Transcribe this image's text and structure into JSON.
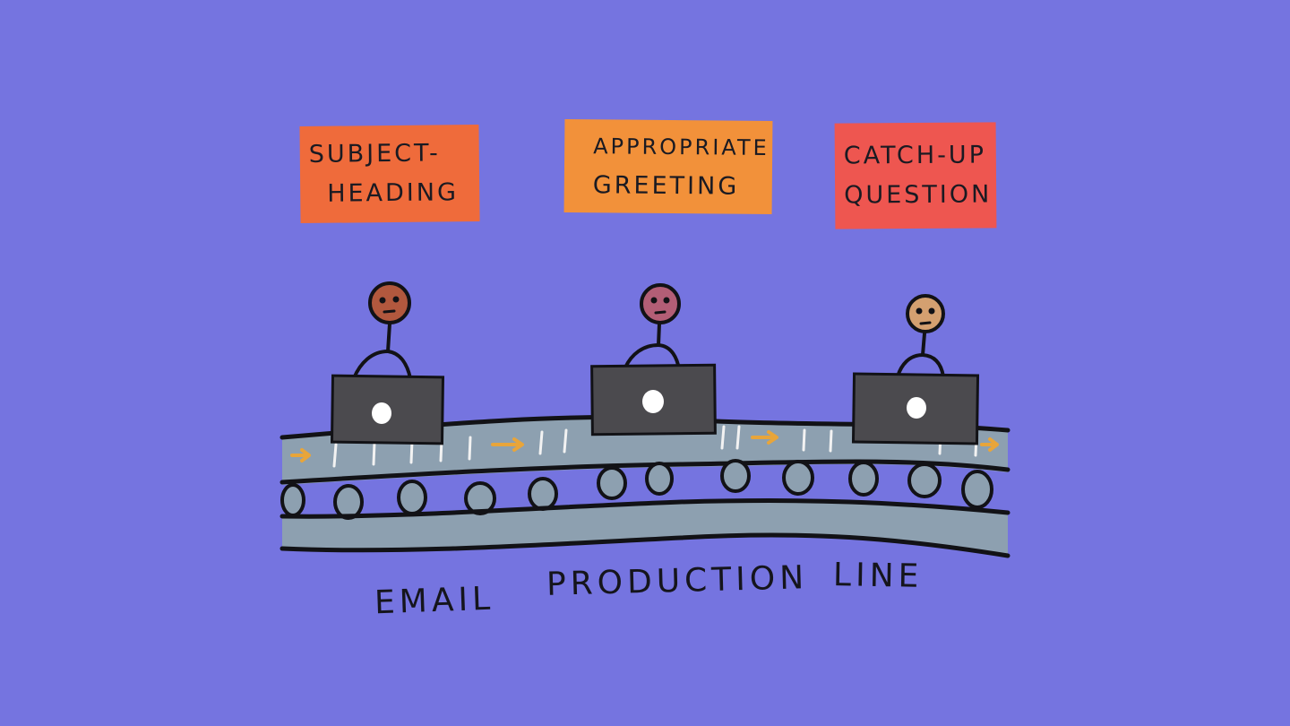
{
  "signs": [
    {
      "line1": "Subject-",
      "line2": "Heading",
      "color": "#ef6b3b"
    },
    {
      "line1": "Appropriate",
      "line2": "Greeting",
      "color": "#f2913a"
    },
    {
      "line1": "Catch-up",
      "line2": "Question",
      "color": "#ee5650"
    }
  ],
  "caption": {
    "word1": "EMAIL",
    "word2": "PRODUCTION",
    "word3": "LINE"
  },
  "workers": [
    {
      "head_color": "#b2583e",
      "icon": "person-icon"
    },
    {
      "head_color": "#b35e76",
      "icon": "person-icon"
    },
    {
      "head_color": "#d4a070",
      "icon": "person-icon"
    }
  ],
  "colors": {
    "background": "#7574e0",
    "belt": "#8da0b0",
    "laptop": "#4b4a4e",
    "arrow": "#e8a53a",
    "outline": "#121216"
  }
}
